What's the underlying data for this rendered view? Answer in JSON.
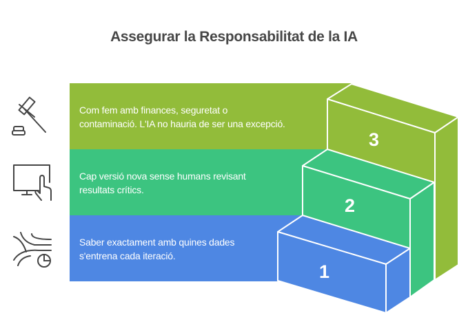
{
  "title": "Assegurar la Responsabilitat de la IA",
  "steps": [
    {
      "number": "1",
      "text_line1": "Saber exactament amb quines dades",
      "text_line2": "s'entrena cada iteració.",
      "icon": "data-chart-icon",
      "color": "#4e87e3"
    },
    {
      "number": "2",
      "text_line1": "Cap versió nova sense humans revisant",
      "text_line2": "resultats crítics.",
      "icon": "monitor-touch-icon",
      "color": "#3cc480"
    },
    {
      "number": "3",
      "text_line1": "Com fem amb finances, seguretat o",
      "text_line2": "contaminació. L'IA no hauria de ser una excepció.",
      "icon": "gavel-icon",
      "color": "#92bc3a"
    }
  ]
}
